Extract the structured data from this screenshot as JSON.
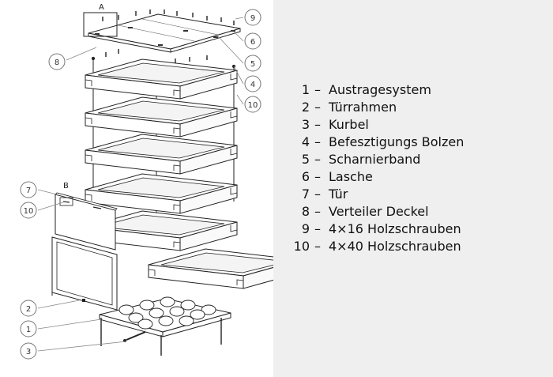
{
  "diagram": {
    "detail_labels": [
      "A",
      "B"
    ],
    "callouts": [
      "1",
      "2",
      "3",
      "4",
      "5",
      "6",
      "7",
      "8",
      "9",
      "10"
    ]
  },
  "legend": [
    {
      "num": "1",
      "dash": "–",
      "text": "Austragesystem"
    },
    {
      "num": "2",
      "dash": "–",
      "text": "Türrahmen"
    },
    {
      "num": "3",
      "dash": "–",
      "text": "Kurbel"
    },
    {
      "num": "4",
      "dash": "–",
      "text": "Befesztigungs Bolzen"
    },
    {
      "num": "5",
      "dash": "–",
      "text": "Scharnierband"
    },
    {
      "num": "6",
      "dash": "–",
      "text": "Lasche"
    },
    {
      "num": "7",
      "dash": "–",
      "text": "Tür"
    },
    {
      "num": "8",
      "dash": "–",
      "text": "Verteiler Deckel"
    },
    {
      "num": "9",
      "dash": "–",
      "text": "4×16 Holzschrauben"
    },
    {
      "num": "10",
      "dash": "–",
      "text": "4×40 Holzschrauben"
    }
  ]
}
